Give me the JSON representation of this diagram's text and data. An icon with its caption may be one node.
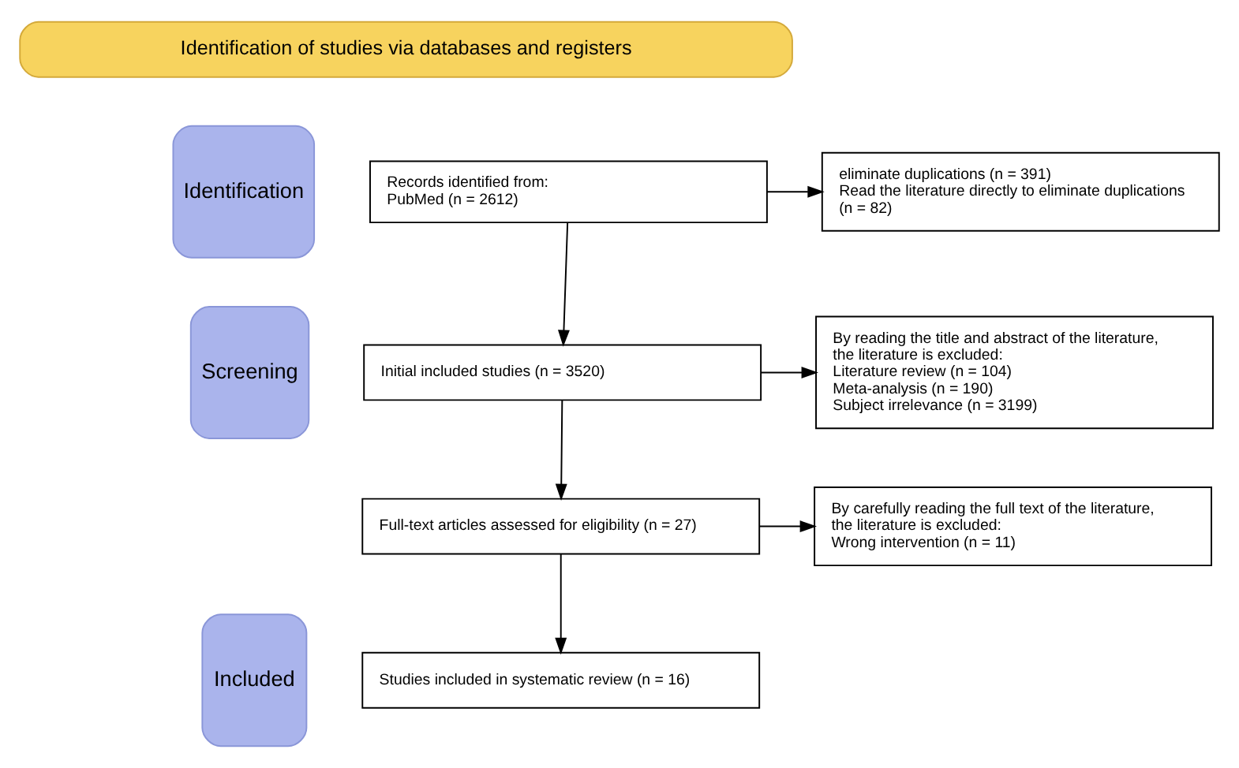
{
  "diagram": {
    "nodes": [
      {
        "text": [
          "Identification of studies via databases and registers"
        ]
      },
      {
        "text": [
          "Identification"
        ]
      },
      {
        "text": [
          "Screening"
        ]
      },
      {
        "text": [
          "Included"
        ]
      },
      {
        "text": [
          "Records identified from:",
          "PubMed (n = 2612)"
        ]
      },
      {
        "text": [
          "eliminate duplications (n = 391)",
          "Read the literature directly to eliminate duplications (n = 82)"
        ]
      },
      {
        "text": [
          "Initial included studies (n = 3520)"
        ]
      },
      {
        "text": [
          "By reading the title and abstract of the literature, the literature is excluded:",
          "Literature review (n = 104)",
          "Meta-analysis (n = 190)",
          "Subject irrelevance (n = 3199)"
        ]
      },
      {
        "text": [
          "Full-text articles assessed for eligibility (n = 27)"
        ]
      },
      {
        "text": [
          "By carefully reading the full text of the literature, the literature is excluded:",
          "Wrong intervention (n = 11)"
        ]
      },
      {
        "text": [
          "Studies included in systematic review (n = 16)"
        ]
      }
    ],
    "edges": [
      {
        "from": 4,
        "to": 5,
        "arrow": "to"
      },
      {
        "from": 4,
        "to": 6,
        "arrow": "to"
      },
      {
        "from": 6,
        "to": 7,
        "arrow": "to"
      },
      {
        "from": 6,
        "to": 8,
        "arrow": "to"
      },
      {
        "from": 8,
        "to": 9,
        "arrow": "to"
      },
      {
        "from": 8,
        "to": 10,
        "arrow": "to"
      }
    ]
  }
}
